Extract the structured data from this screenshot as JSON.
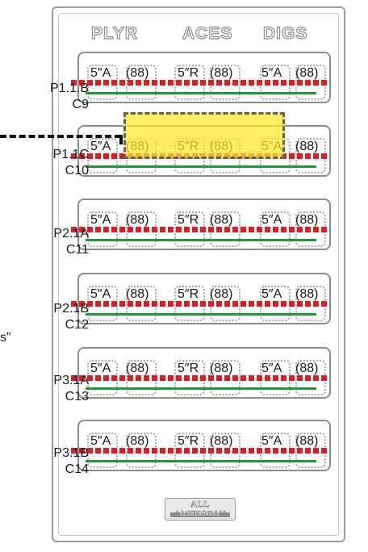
{
  "header": {
    "col1": "PLYR",
    "col2": "ACES",
    "col3": "DIGS"
  },
  "cells": {
    "a": "5″A",
    "r": "5″R",
    "n": "(88)"
  },
  "rows": [
    {
      "line1": "P1.1.B",
      "line2": "C9"
    },
    {
      "line1": "P1.1C",
      "line2": "C10"
    },
    {
      "line1": "P2.1A",
      "line2": "C11"
    },
    {
      "line1": "P2.1B",
      "line2": "C12"
    },
    {
      "line1": "P3.1A",
      "line2": "C13"
    },
    {
      "line1": "P3.1B",
      "line2": "C14"
    }
  ],
  "edge": {
    "left_fragment": "s”"
  },
  "logo": {
    "name": "ALL AMERICAN",
    "tagline": "SCOREBOARDS"
  },
  "colors": {
    "red_strip": "#e01b24",
    "green_strip": "#1f9a3b",
    "highlight": "#ffe628"
  }
}
